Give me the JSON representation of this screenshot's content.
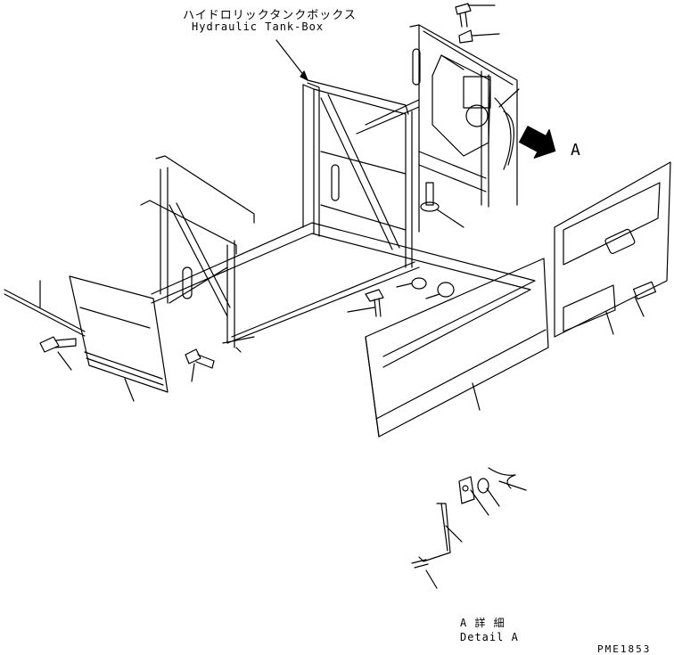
{
  "labels": {
    "title_jp": "ハイドロリックタンクボックス",
    "title_en": "Hydraulic Tank-Box",
    "view_arrow": "A",
    "detail_jp": "A 詳 細",
    "detail_en": "Detail A",
    "drawing_code": "PME1853"
  },
  "colors": {
    "line": "#000000",
    "background": "#ffffff"
  }
}
